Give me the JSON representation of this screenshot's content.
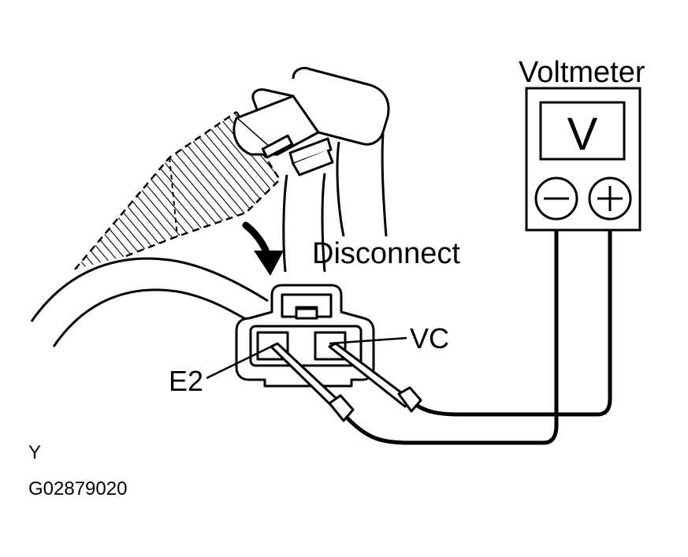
{
  "labels": {
    "voltmeter": "Voltmeter",
    "voltmeter_symbol": "V",
    "minus_terminal": "−",
    "plus_terminal": "+",
    "disconnect": "Disconnect",
    "vc": "VC",
    "e2": "E2",
    "view_marker": "Y",
    "figure_code": "G02879020"
  },
  "colors": {
    "line": "#000000",
    "background": "#ffffff"
  }
}
